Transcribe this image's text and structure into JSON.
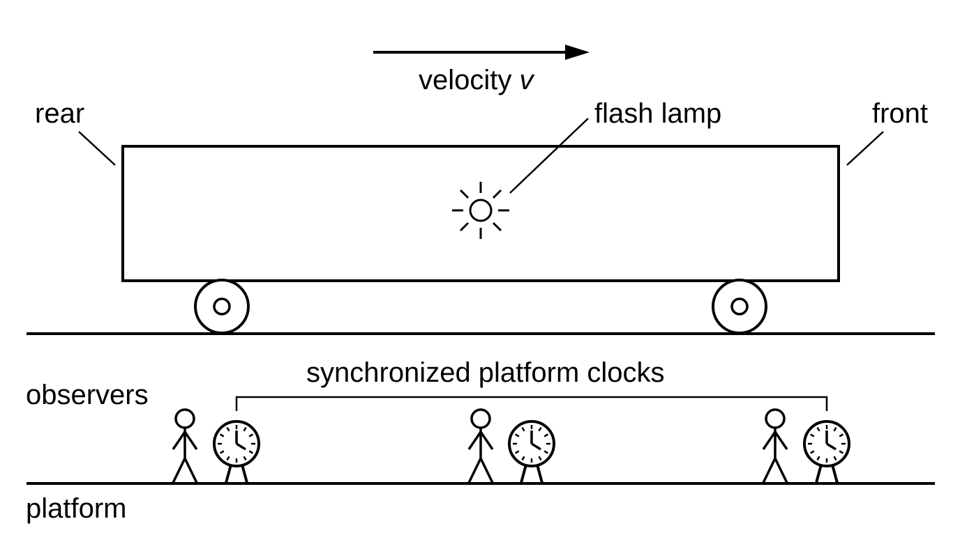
{
  "labels": {
    "velocity": "velocity ",
    "velocity_symbol": "v",
    "flash_lamp": "flash lamp",
    "rear": "rear",
    "front": "front",
    "synchronized_clocks": "synchronized platform clocks",
    "observers": "observers",
    "platform": "platform"
  },
  "colors": {
    "ink": "#000000",
    "background": "#ffffff"
  },
  "icons": {
    "lamp": "flash-lamp-icon",
    "clock": "clock-icon",
    "observer": "stick-figure-icon",
    "wheel": "wheel-icon"
  }
}
